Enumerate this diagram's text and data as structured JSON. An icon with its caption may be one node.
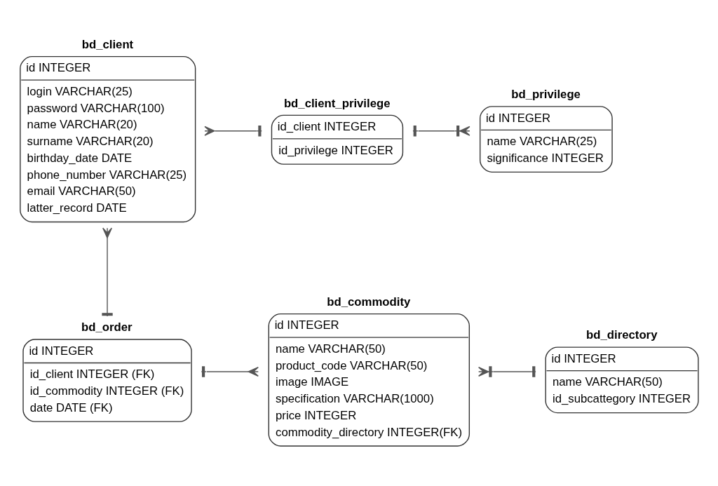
{
  "diagram": {
    "nodes": [
      {
        "text": [
          "bd_client",
          "id INTEGER",
          "login VARCHAR(25)",
          "password VARCHAR(100)",
          "name VARCHAR(20)",
          "surname VARCHAR(20)",
          "birthday_date DATE",
          "phone_number VARCHAR(25)",
          "email VARCHAR(50)",
          "latter_record DATE"
        ]
      },
      {
        "text": [
          "bd_client_privilege",
          "id_client INTEGER",
          "id_privilege INTEGER"
        ]
      },
      {
        "text": [
          "bd_privilege",
          "id INTEGER",
          "name VARCHAR(25)",
          "significance INTEGER"
        ]
      },
      {
        "text": [
          "bd_order",
          "id INTEGER",
          "id_client INTEGER (FK)",
          "id_commodity INTEGER (FK)",
          "date DATE (FK)"
        ]
      },
      {
        "text": [
          "bd_commodity",
          "id INTEGER",
          "name VARCHAR(50)",
          "product_code VARCHAR(50)",
          "image IMAGE",
          "specification VARCHAR(1000)",
          "price INTEGER",
          "commodity_directory INTEGER(FK)"
        ]
      },
      {
        "text": [
          "bd_directory",
          "id INTEGER",
          "name VARCHAR(50)",
          "id_subcattegory INTEGER"
        ]
      }
    ],
    "edges": [
      {
        "from": 0,
        "to": 1,
        "arrow": "other"
      },
      {
        "from": 1,
        "to": 2,
        "arrow": "other"
      },
      {
        "from": 0,
        "to": 3,
        "arrow": "other"
      },
      {
        "from": 3,
        "to": 4,
        "arrow": "other"
      },
      {
        "from": 4,
        "to": 5,
        "arrow": "other"
      }
    ]
  }
}
